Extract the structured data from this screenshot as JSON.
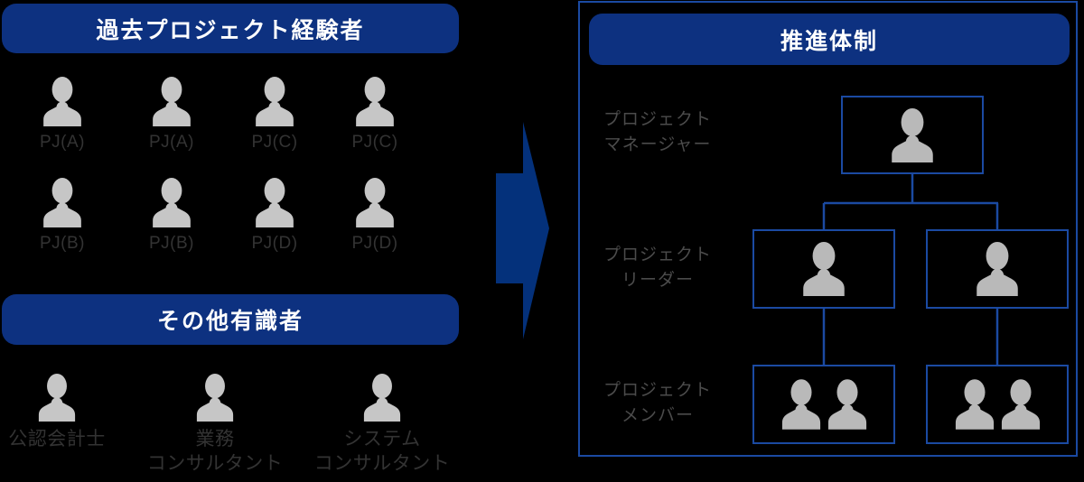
{
  "left_panel": {
    "experienced": {
      "title": "過去プロジェクト経験者",
      "members": [
        "PJ(A)",
        "PJ(A)",
        "PJ(C)",
        "PJ(C)",
        "PJ(B)",
        "PJ(B)",
        "PJ(D)",
        "PJ(D)"
      ]
    },
    "experts": {
      "title": "その他有識者",
      "members": [
        {
          "line1": "公認会計士",
          "line2": ""
        },
        {
          "line1": "業務",
          "line2": "コンサルタント"
        },
        {
          "line1": "システム",
          "line2": "コンサルタント"
        }
      ]
    }
  },
  "arrow": {
    "direction": "right"
  },
  "right_panel": {
    "title": "推進体制",
    "levels": [
      {
        "label_line1": "プロジェクト",
        "label_line2": "マネージャー",
        "boxes": 1,
        "persons_per_box": 1
      },
      {
        "label_line1": "プロジェクト",
        "label_line2": "リーダー",
        "boxes": 2,
        "persons_per_box": 1
      },
      {
        "label_line1": "プロジェクト",
        "label_line2": "メンバー",
        "boxes": 2,
        "persons_per_box": 2
      }
    ]
  },
  "colors": {
    "background": "#000000",
    "header_fill": "#0d3180",
    "header_text": "#ffffff",
    "line_blue": "#1b4aa2",
    "arrow_navy": "#04317b",
    "person_gray": "#c6c6c6",
    "person_gray_dark": "#b9b9b9",
    "label_dark": "#333333",
    "label_gray": "#4b4b4b"
  }
}
